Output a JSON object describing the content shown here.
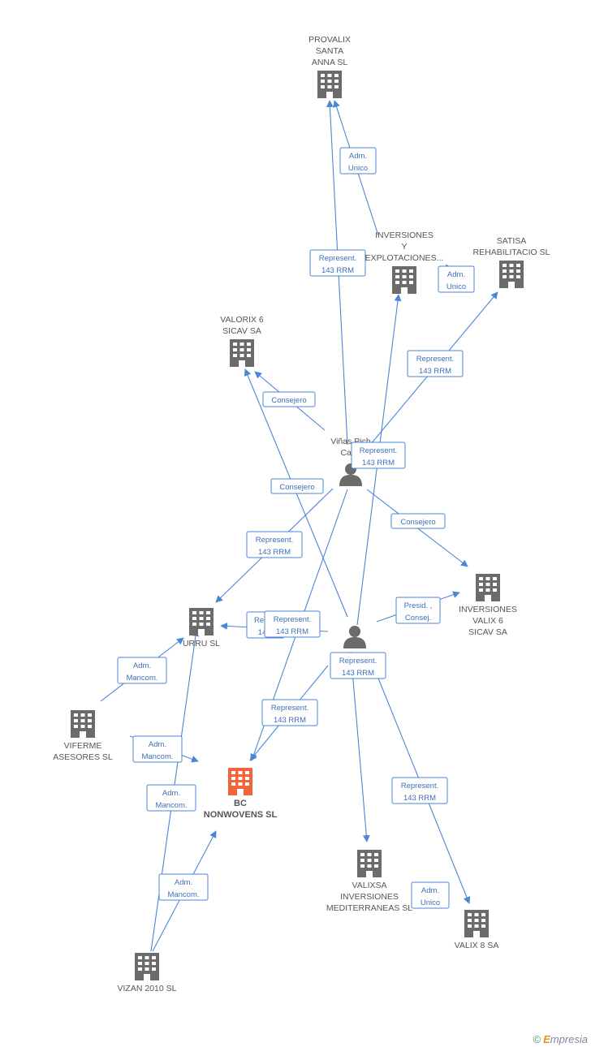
{
  "nodes": [
    {
      "id": "provalix",
      "kind": "company",
      "label": [
        "PROVALIX",
        "SANTA",
        "ANNA SL"
      ]
    },
    {
      "id": "inversiones_y",
      "kind": "company",
      "label": [
        "INVERSIONES",
        "Y",
        "EXPLOTACIONES..."
      ]
    },
    {
      "id": "satisa",
      "kind": "company",
      "label": [
        "SATISA",
        "REHABILITACIO SL"
      ]
    },
    {
      "id": "valorix",
      "kind": "company",
      "label": [
        "VALORIX 6",
        "SICAV SA"
      ]
    },
    {
      "id": "vinas",
      "kind": "person",
      "label": [
        "Viñas Pich",
        "Car..."
      ]
    },
    {
      "id": "person2",
      "kind": "person",
      "label": [
        "V..."
      ]
    },
    {
      "id": "inversiones_valix",
      "kind": "company",
      "label": [
        "INVERSIONES",
        "VALIX 6",
        "SICAV SA"
      ]
    },
    {
      "id": "urru",
      "kind": "company",
      "label": [
        "URRU SL"
      ]
    },
    {
      "id": "viferme",
      "kind": "company",
      "label": [
        "VIFERME",
        "ASESORES SL"
      ]
    },
    {
      "id": "bc",
      "kind": "main",
      "label": [
        "BC",
        "NONWOVENS SL"
      ]
    },
    {
      "id": "valixsa",
      "kind": "company",
      "label": [
        "VALIXSA",
        "INVERSIONES",
        "MEDITERRANEAS SL"
      ]
    },
    {
      "id": "valix8",
      "kind": "company",
      "label": [
        "VALIX 8 SA"
      ]
    },
    {
      "id": "vizan",
      "kind": "company",
      "label": [
        "VIZAN 2010 SL"
      ]
    }
  ],
  "edges": [
    {
      "id": "e1",
      "from": "inversiones_y",
      "to": "provalix",
      "label": [
        "Adm.",
        "Unico"
      ]
    },
    {
      "id": "e2",
      "from": "vinas",
      "to": "provalix",
      "label": [
        "Represent.",
        "143 RRM"
      ]
    },
    {
      "id": "e3",
      "from": "inversiones_y",
      "to": "satisa",
      "label": [
        "Adm.",
        "Unico"
      ]
    },
    {
      "id": "e4",
      "from": "vinas",
      "to": "satisa",
      "label": [
        "Represent.",
        "143 RRM"
      ]
    },
    {
      "id": "e5",
      "from": "vinas",
      "to": "valorix",
      "label": [
        "Consejero"
      ]
    },
    {
      "id": "e6",
      "from": "person2",
      "to": "inversiones_y",
      "label": [
        "Represent.",
        "143 RRM"
      ]
    },
    {
      "id": "e7",
      "from": "person2",
      "to": "valorix",
      "label": [
        "Consejero"
      ]
    },
    {
      "id": "e8",
      "from": "vinas",
      "to": "inversiones_valix",
      "label": [
        "Consejero"
      ]
    },
    {
      "id": "e9",
      "from": "vinas",
      "to": "urru",
      "label": [
        "Represent.",
        "143 RRM"
      ]
    },
    {
      "id": "e10",
      "from": "person2",
      "to": "inversiones_valix",
      "label": [
        "Presid. ,",
        "Consej."
      ]
    },
    {
      "id": "e11",
      "from": "person2",
      "to": "urru",
      "label": [
        "Repr...",
        "14..."
      ]
    },
    {
      "id": "e12",
      "from": "vinas",
      "to": "bc",
      "label": [
        "Represent.",
        "143 RRM"
      ]
    },
    {
      "id": "e13",
      "from": "person2",
      "to": "valixsa",
      "label": [
        "Represent.",
        "143 RRM"
      ]
    },
    {
      "id": "e14",
      "from": "person2",
      "to": "bc",
      "label": [
        "Represent.",
        "143 RRM"
      ]
    },
    {
      "id": "e15",
      "from": "viferme",
      "to": "urru",
      "label": [
        "Adm.",
        "Mancom."
      ]
    },
    {
      "id": "e16",
      "from": "viferme",
      "to": "bc",
      "label": [
        "Adm.",
        "Mancom."
      ]
    },
    {
      "id": "e17",
      "from": "person2",
      "to": "valix8",
      "label": [
        "Represent.",
        "143 RRM"
      ]
    },
    {
      "id": "e18",
      "from": "vizan",
      "to": "urru",
      "label": [
        "Adm.",
        "Mancom."
      ]
    },
    {
      "id": "e19",
      "from": "vizan",
      "to": "bc",
      "label": [
        "Adm.",
        "Mancom."
      ]
    },
    {
      "id": "e20",
      "from": "valixsa",
      "to": "valix8",
      "label": [
        "Adm.",
        "Unico"
      ]
    }
  ],
  "colors": {
    "edge": "#4a86d6",
    "company_icon": "#6b6b6b",
    "main_icon": "#f2643a",
    "person_icon": "#6b6b6b"
  },
  "footer": {
    "copyright": "©",
    "brand_first": "E",
    "brand_rest": "mpresia"
  }
}
